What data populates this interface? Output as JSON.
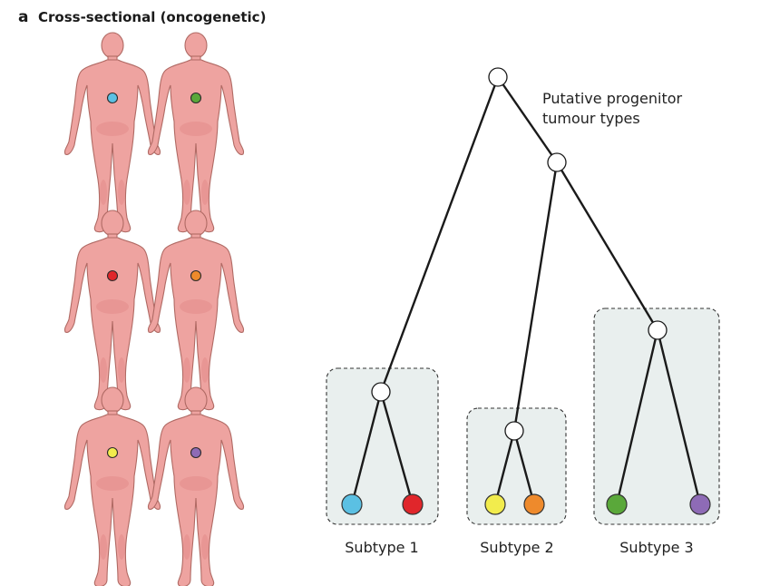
{
  "panel": {
    "letter": "a",
    "title": "Cross-sectional (oncogenetic)"
  },
  "annotation": {
    "line1": "Putative progenitor",
    "line2": "tumour types"
  },
  "colors": {
    "blue": "#5bc0e3",
    "red": "#e0262b",
    "yellow": "#f2ec4d",
    "orange": "#ee8a2c",
    "green": "#5aa83a",
    "purple": "#8e6bb6",
    "skin": "#eea3a0"
  },
  "patients": [
    {
      "row": 1,
      "col": 1,
      "tumour_color": "blue"
    },
    {
      "row": 1,
      "col": 2,
      "tumour_color": "green"
    },
    {
      "row": 2,
      "col": 1,
      "tumour_color": "red"
    },
    {
      "row": 2,
      "col": 2,
      "tumour_color": "orange"
    },
    {
      "row": 3,
      "col": 1,
      "tumour_color": "yellow"
    },
    {
      "row": 3,
      "col": 2,
      "tumour_color": "purple"
    }
  ],
  "tree": {
    "subtypes": [
      {
        "label": "Subtype 1",
        "leaves": [
          "blue",
          "red"
        ]
      },
      {
        "label": "Subtype 2",
        "leaves": [
          "yellow",
          "orange"
        ]
      },
      {
        "label": "Subtype 3",
        "leaves": [
          "green",
          "purple"
        ]
      }
    ]
  }
}
